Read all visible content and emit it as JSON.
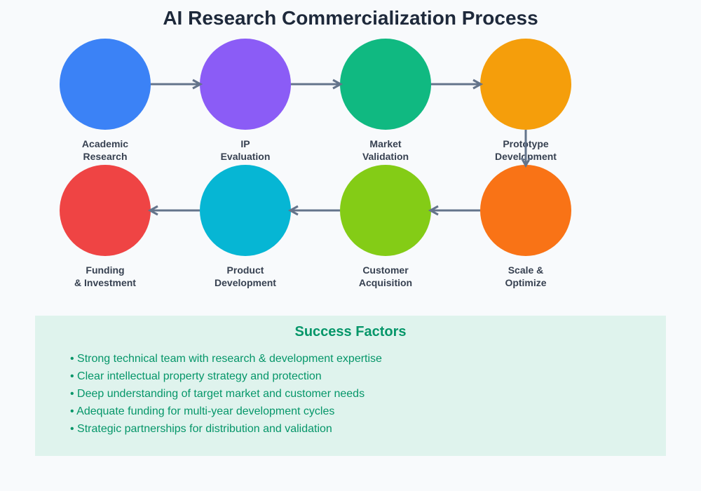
{
  "title": "AI Research Commercialization Process",
  "colors": {
    "arrow": "#64748b",
    "label": "#374151",
    "accent": "#059669"
  },
  "nodes": [
    {
      "label": [
        "Academic",
        "Research"
      ],
      "color": "#3b82f6"
    },
    {
      "label": [
        "IP",
        "Evaluation"
      ],
      "color": "#8b5cf6"
    },
    {
      "label": [
        "Market",
        "Validation"
      ],
      "color": "#10b981"
    },
    {
      "label": [
        "Prototype",
        "Development"
      ],
      "color": "#f59e0b"
    },
    {
      "label": [
        "Scale &",
        "Optimize"
      ],
      "color": "#f97316"
    },
    {
      "label": [
        "Customer",
        "Acquisition"
      ],
      "color": "#84cc16"
    },
    {
      "label": [
        "Product",
        "Development"
      ],
      "color": "#06b6d4"
    },
    {
      "label": [
        "Funding",
        "& Investment"
      ],
      "color": "#ef4444"
    }
  ],
  "success_factors": {
    "title": "Success Factors",
    "items": [
      "• Strong technical team with research & development expertise",
      "• Clear intellectual property strategy and protection",
      "• Deep understanding of target market and customer needs",
      "• Adequate funding for multi-year development cycles",
      "• Strategic partnerships for distribution and validation"
    ]
  }
}
